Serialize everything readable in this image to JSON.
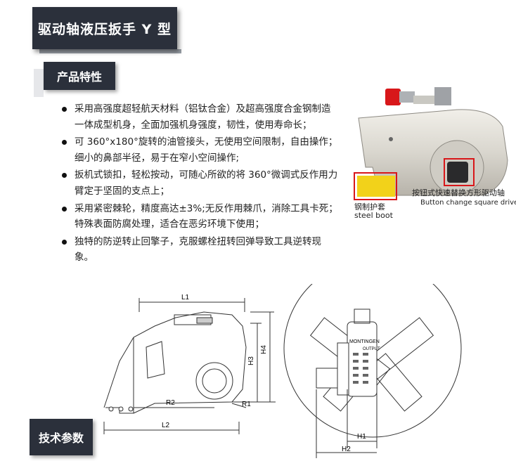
{
  "header": {
    "title": "驱动轴液压扳手 Y 型"
  },
  "section": {
    "title": "产品特性"
  },
  "features": [
    "采用高强度超轻航天材料（铝钛合金）及超高强度合金钢制造一体成型机身，全面加强机身强度，韧性，使用寿命长；",
    "可 360°x180°旋转的油管接头，无使用空间限制，自由操作；细小的鼻部半径，易于在窄小空间操作;",
    "扳机式锁扣，轻松按动，可随心所欲的将 360°微调式反作用力臂定于坚固的支点上；",
    "采用紧密棘轮，精度高达±3%;无反作用棘爪，消除工具卡死；特殊表面防腐处理，适合在恶劣环境下使用；",
    "独特的防逆转止回擎子，克服螺栓扭转回弹导致工具逆转现象。"
  ],
  "photo": {
    "label_left_cn": "钢制护套",
    "label_left_en": "steel boot",
    "label_right_cn": "按钮式快速替换方形驱动轴",
    "label_right_en": "Button change square driver"
  },
  "drawing": {
    "dims": {
      "l1": "L1",
      "l2": "L2",
      "r1": "R1",
      "r2": "R2",
      "h1": "H1",
      "h2": "H2",
      "h3": "H3",
      "h4": "H4"
    },
    "brand": "MONTINGEN",
    "output": "OUTPUT"
  },
  "specs": {
    "title": "技术参数"
  },
  "colors": {
    "header_bg": "#2b303b",
    "highlight": "#d8171a",
    "boot": "#f2d21a"
  }
}
